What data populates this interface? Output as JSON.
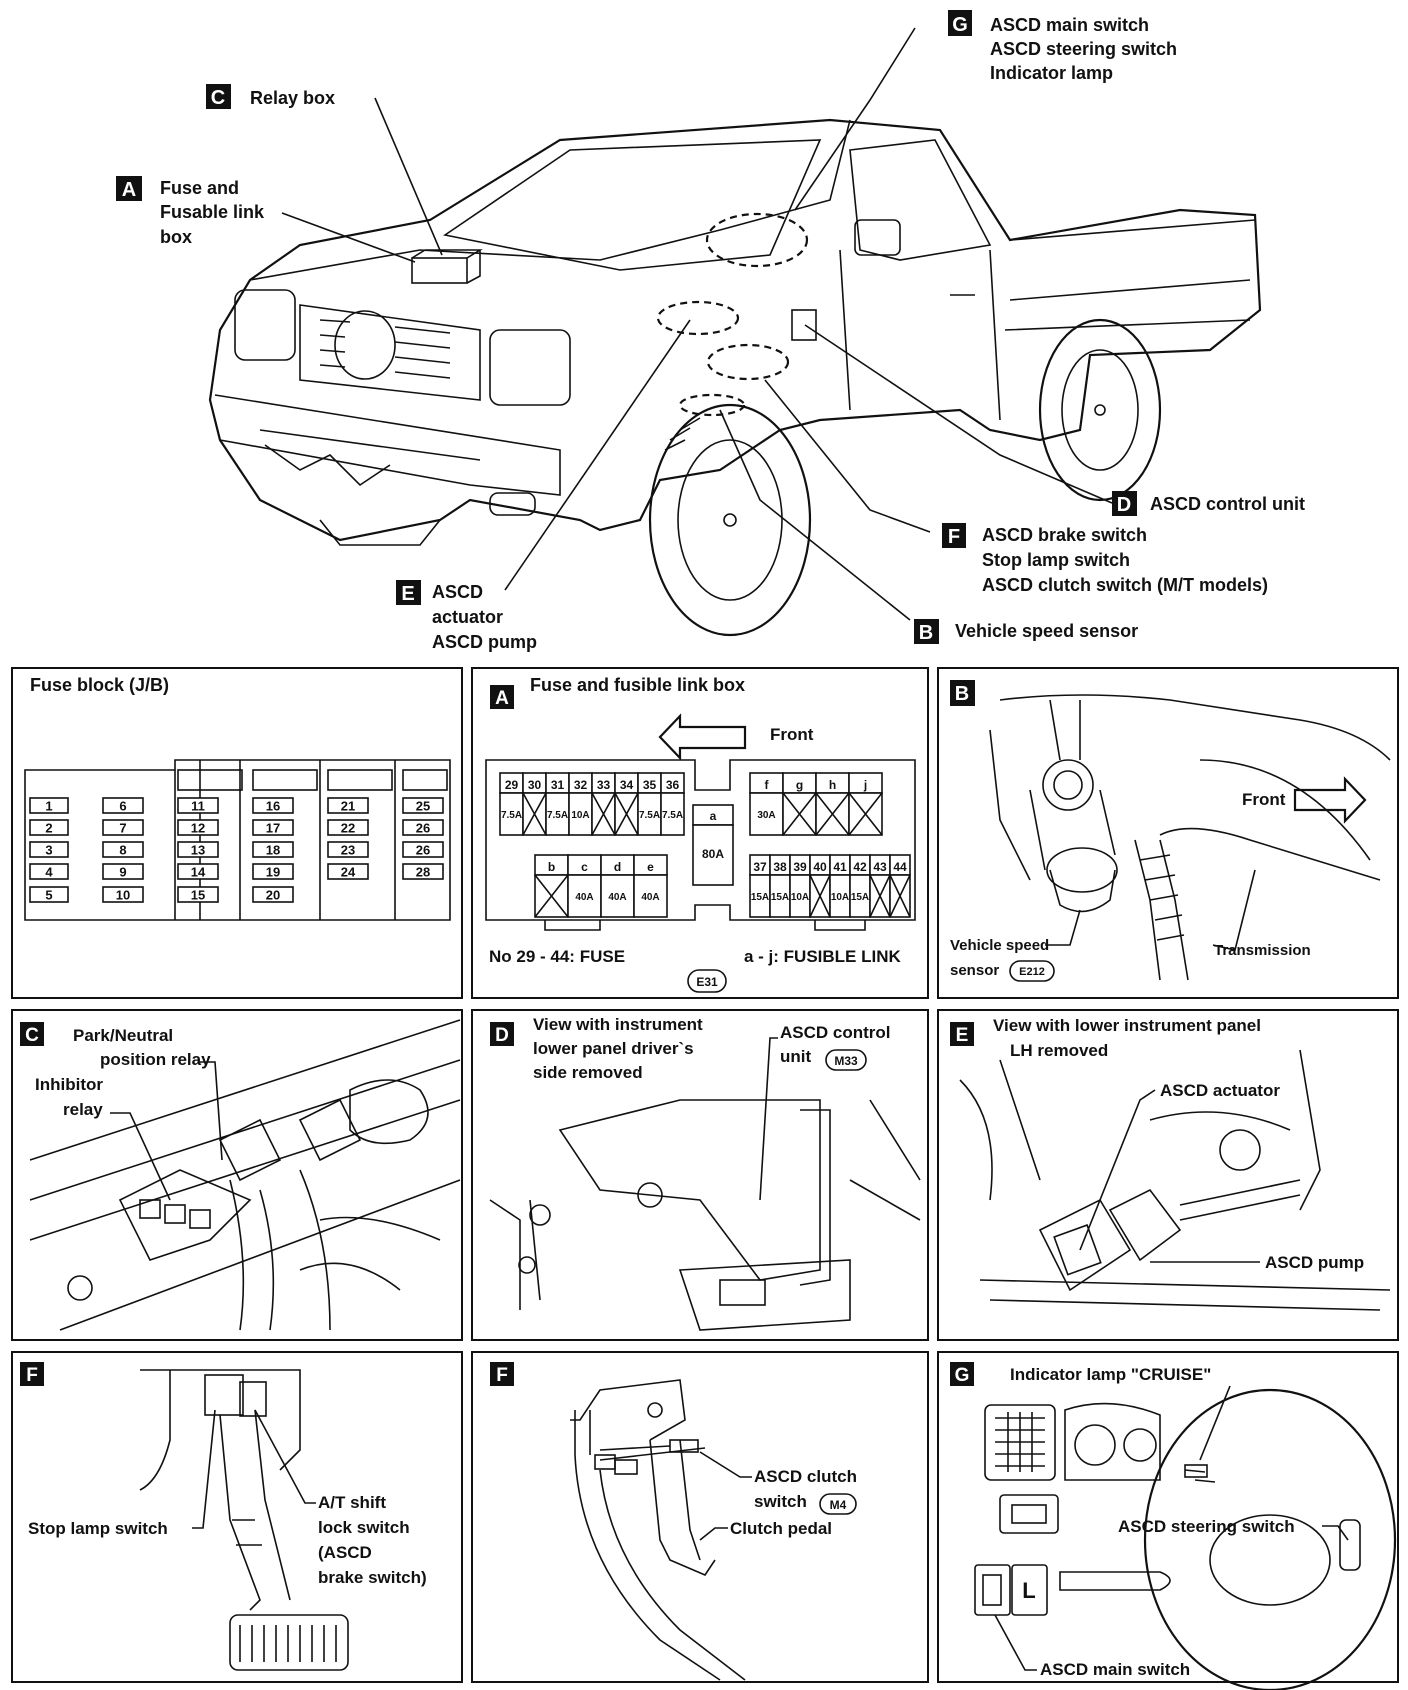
{
  "overview": {
    "callouts": {
      "G": [
        "ASCD main switch",
        "ASCD steering switch",
        "Indicator lamp"
      ],
      "C": [
        "Relay box"
      ],
      "A": [
        "Fuse and",
        "Fusable link",
        "box"
      ],
      "D": [
        "ASCD control unit"
      ],
      "F": [
        "ASCD brake switch",
        "Stop lamp switch",
        "ASCD clutch switch (M/T models)"
      ],
      "E": [
        "ASCD",
        "actuator",
        "ASCD pump"
      ],
      "B": [
        "Vehicle speed sensor"
      ]
    }
  },
  "fuse_block": {
    "title": "Fuse block (J/B)",
    "cols": [
      [
        "1",
        "2",
        "3",
        "4",
        "5"
      ],
      [
        "6",
        "7",
        "8",
        "9",
        "10"
      ],
      [
        "11",
        "12",
        "13",
        "14",
        "15"
      ],
      [
        "16",
        "17",
        "18",
        "19",
        "20"
      ],
      [
        "21",
        "22",
        "23",
        "24"
      ],
      [
        "25",
        "26",
        "26",
        "28"
      ]
    ]
  },
  "fuse_link_box": {
    "tag": "A",
    "title": "Fuse and fusible link box",
    "front": "Front",
    "top_left_nums": [
      "29",
      "30",
      "31",
      "32",
      "33",
      "34",
      "35",
      "36"
    ],
    "top_left_vals": [
      "7.5A",
      "",
      "7.5A",
      "10A",
      "",
      "",
      "7.5A",
      "7.5A"
    ],
    "center_label": "a",
    "center_value": "80A",
    "top_right_nums": [
      "f",
      "g",
      "h",
      "j"
    ],
    "top_right_vals": [
      "30A",
      "",
      "",
      ""
    ],
    "bottom_left_nums": [
      "b",
      "c",
      "d",
      "e"
    ],
    "bottom_left_vals": [
      "",
      "40A",
      "40A",
      "40A"
    ],
    "bottom_right_nums": [
      "37",
      "38",
      "39",
      "40",
      "41",
      "42",
      "43",
      "44"
    ],
    "bottom_right_vals": [
      "15A",
      "15A",
      "10A",
      "",
      "10A",
      "15A",
      "",
      ""
    ],
    "legend_left": "No 29 - 44:  FUSE",
    "legend_right": "a - j:  FUSIBLE LINK",
    "connector": "E31"
  },
  "panel_b": {
    "tag": "B",
    "front": "Front",
    "transmission": "Transmission",
    "sensor_line1": "Vehicle speed",
    "sensor_line2": "sensor",
    "connector": "E212"
  },
  "panel_c": {
    "tag": "C",
    "pn_line1": "Park/Neutral",
    "pn_line2": "position relay",
    "inh_line1": "Inhibitor",
    "inh_line2": "relay"
  },
  "panel_d": {
    "tag": "D",
    "view_line1": "View with instrument",
    "view_line2": "lower panel driver`s",
    "view_line3": "side removed",
    "unit_line1": "ASCD control",
    "unit_line2": "unit",
    "connector": "M33"
  },
  "panel_e": {
    "tag": "E",
    "view_line1": "View with lower instrument panel",
    "view_line2": "LH removed",
    "actuator": "ASCD actuator",
    "pump": "ASCD pump"
  },
  "panel_f1": {
    "tag": "F",
    "stop_lamp": "Stop lamp switch",
    "at_line1": "A/T shift",
    "at_line2": "lock switch",
    "at_line3": "(ASCD",
    "at_line4": "brake switch)"
  },
  "panel_f2": {
    "tag": "F",
    "clutch_line1": "ASCD clutch",
    "clutch_line2": "switch",
    "connector": "M4",
    "pedal": "Clutch pedal"
  },
  "panel_g": {
    "tag": "G",
    "indicator": "Indicator lamp \"CRUISE\"",
    "steering": "ASCD steering switch",
    "main": "ASCD main switch",
    "switch_letter": "L"
  }
}
